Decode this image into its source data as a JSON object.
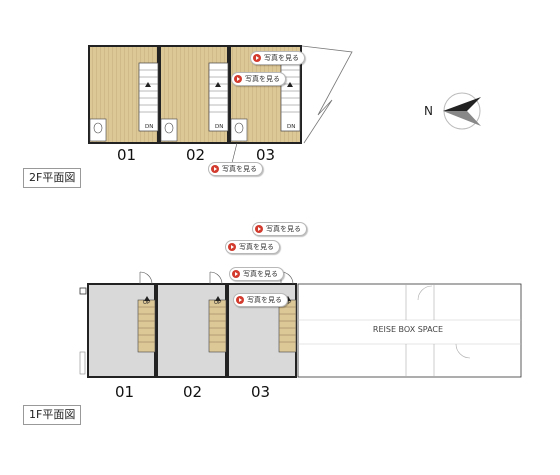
{
  "floor2": {
    "label": "2F平面図",
    "units": [
      "01",
      "02",
      "03"
    ],
    "stair_label": "DN",
    "photo_buttons": [
      "写真を見る",
      "写真を見る",
      "写真を見る"
    ]
  },
  "floor1": {
    "label": "1F平面図",
    "units": [
      "01",
      "02",
      "03"
    ],
    "stair_label": "UP",
    "space_label": "REISE BOX SPACE",
    "photo_buttons": [
      "写真を見る",
      "写真を見る",
      "写真を見る",
      "写真を見る"
    ]
  },
  "compass": {
    "north_label": "N"
  },
  "colors": {
    "floor_2f": "#dcc797",
    "floor_1f": "#d9d9d9",
    "wall": "#222222",
    "photo_dot": "#d23b2e"
  }
}
